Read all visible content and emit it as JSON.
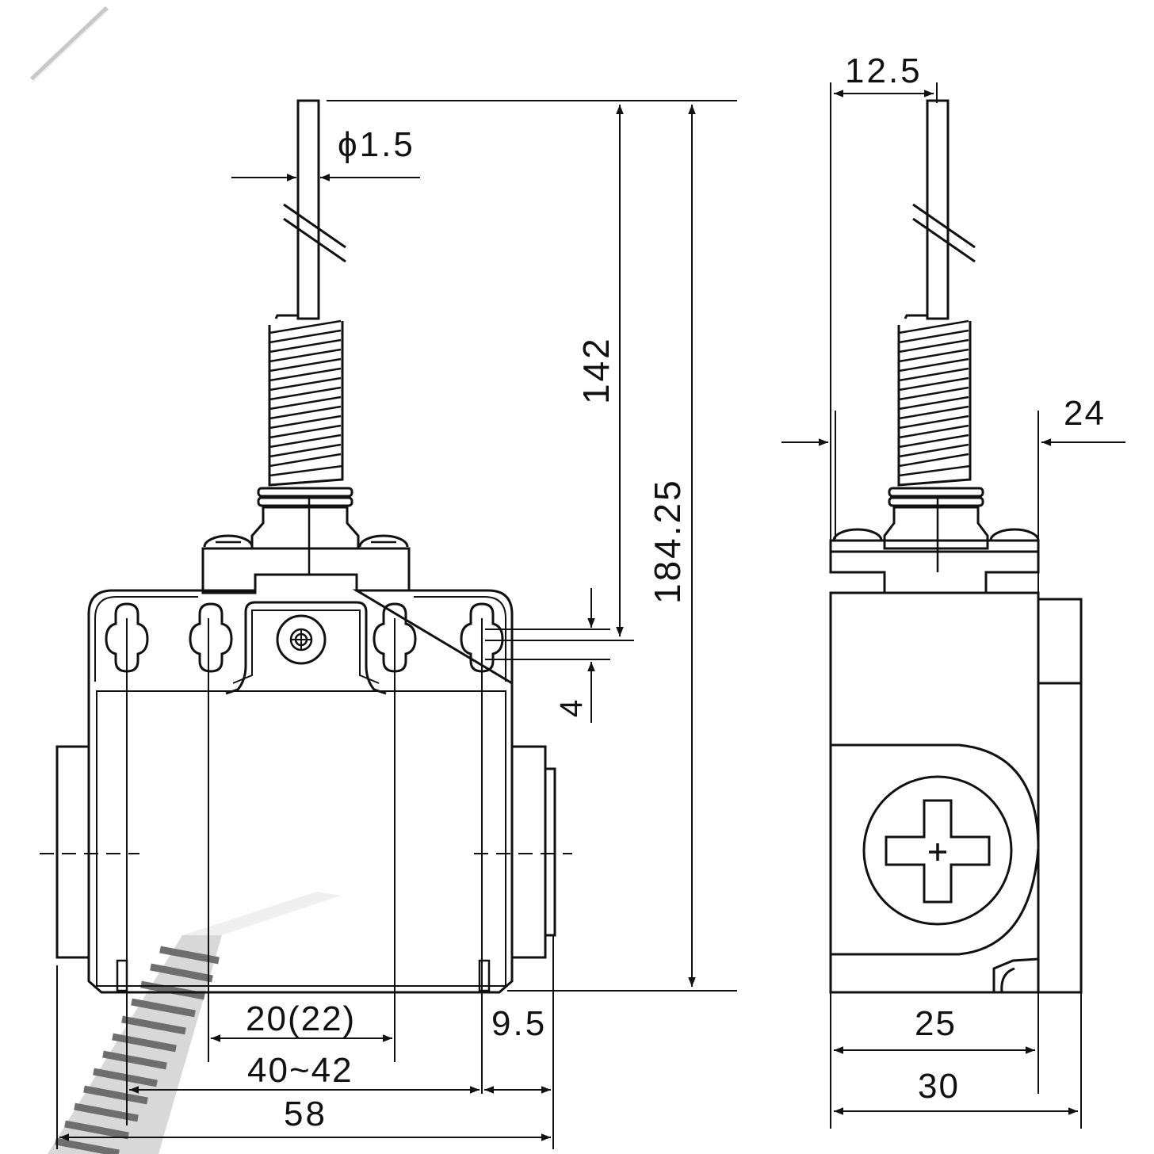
{
  "drawing": {
    "line_color": "#111111",
    "background": "#ffffff",
    "photo_tint": "#9a9a9a"
  },
  "front_view": {
    "rod_diameter": "ϕ1.5",
    "rod_length": "142",
    "overall_height": "184.25",
    "slot_length": "4",
    "inner_hole_spacing": "20(22)",
    "outer_hole_spacing": "40~42",
    "body_width": "58",
    "side_offset": "9.5"
  },
  "side_view": {
    "rod_offset": "12.5",
    "body_depth_inner": "24",
    "body_depth": "25",
    "overall_depth": "30"
  }
}
